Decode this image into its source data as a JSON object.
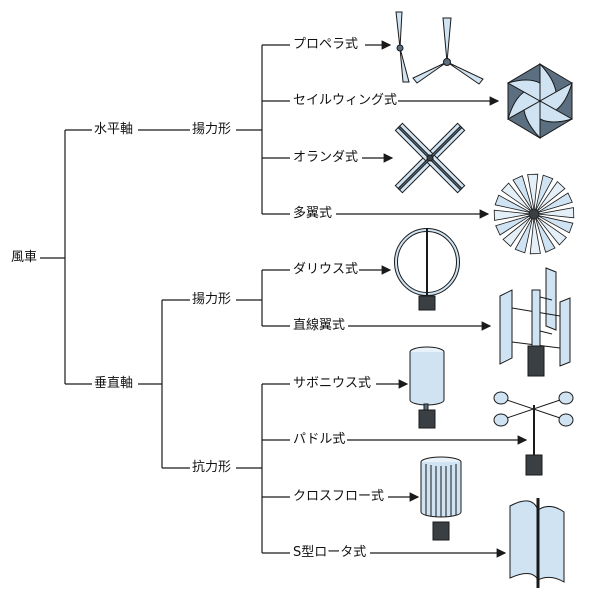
{
  "root": "風車",
  "axes": {
    "horizontal": "水平軸",
    "vertical": "垂直軸"
  },
  "lift_type_horizontal": "揚力形",
  "lift_type_vertical": "揚力形",
  "drag_type": "抗力形",
  "types": {
    "propeller": "プロペラ式",
    "sail_wing": "セイルウィング式",
    "dutch": "オランダ式",
    "multi_blade": "多翼式",
    "darrieus": "ダリウス式",
    "straight_wing": "直線翼式",
    "savonius": "サボニウス式",
    "paddle": "パドル式",
    "cross_flow": "クロスフロー式",
    "s_rotor": "S型ロータ式"
  },
  "colors": {
    "line": "#1a1a1a",
    "blade": "#cfe3f2",
    "blade_dark": "#5b6f80",
    "base": "#3a3f44"
  }
}
